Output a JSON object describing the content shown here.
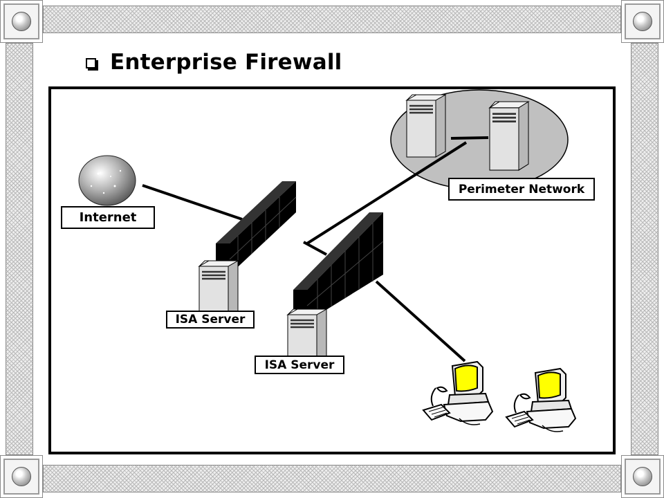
{
  "slide": {
    "title": "Enterprise Firewall"
  },
  "diagram": {
    "labels": {
      "internet": "Internet",
      "perimeter_network": "Perimeter Network",
      "isa_server_1": "ISA Server",
      "isa_server_2": "ISA Server"
    }
  },
  "colors": {
    "frame_pattern": "#b8b8b8",
    "perimeter_ellipse": "#c0c0c0",
    "monitor_screen": "#ffff00",
    "firewall": "#000000"
  },
  "icons": [
    "globe-icon",
    "firewall-icon",
    "server-icon",
    "workstation-icon",
    "knob-icon"
  ]
}
